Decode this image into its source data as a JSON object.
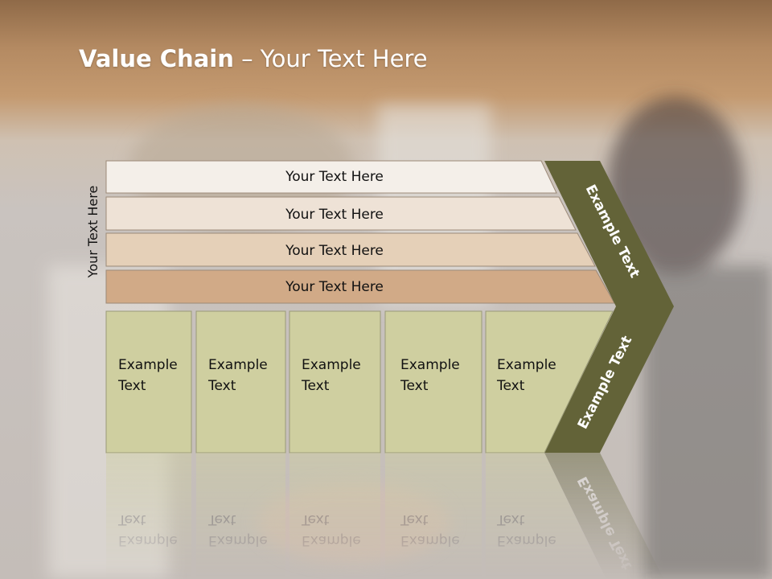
{
  "title": {
    "bold": "Value Chain",
    "rest": " – Your Text Here"
  },
  "side_label": "Your Text Here",
  "rows": [
    {
      "label": "Your Text Here",
      "color": "#f4efe9"
    },
    {
      "label": "Your Text Here",
      "color": "#eee2d6"
    },
    {
      "label": "Your Text Here",
      "color": "#e5d0b8"
    },
    {
      "label": "Your Text Here",
      "color": "#d1aa87"
    }
  ],
  "boxes": [
    {
      "line1": "Example",
      "line2": "Text"
    },
    {
      "line1": "Example",
      "line2": "Text"
    },
    {
      "line1": "Example",
      "line2": "Text"
    },
    {
      "line1": "Example",
      "line2": "Text"
    },
    {
      "line1": "Example",
      "line2": "Text"
    }
  ],
  "chevron_top_label": "Example Text",
  "chevron_bottom_label": "Example Text",
  "colors": {
    "box_fill": "#cfcfa0",
    "chevron": "#636338",
    "text": "#111111"
  }
}
